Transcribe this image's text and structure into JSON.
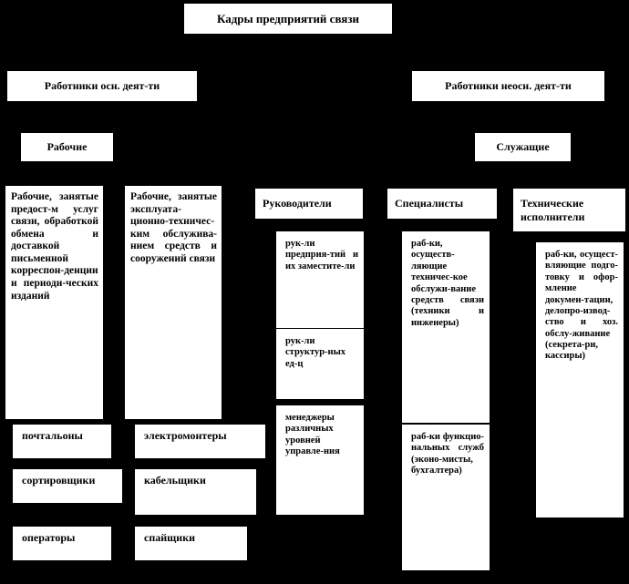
{
  "diagram": {
    "title_box": {
      "label": "Кадры предприятий связи"
    },
    "level2": [
      {
        "label": "Работники осн. деят-ти"
      },
      {
        "label": "Работники неосн. деят-ти"
      }
    ],
    "level3": [
      {
        "label": "Рабочие"
      },
      {
        "label": "Служащие"
      }
    ],
    "columns": [
      {
        "name": "workers-services",
        "text": "Рабочие, занятые предост-м услуг связи, обработкой обмена и доставкой письменной корреспон-денции и периоди-ческих изданий"
      },
      {
        "name": "workers-technical",
        "text": "Рабочие, занятые эксплуата-ционно-техничес-ким обслужива-нием средств и сооружений связи"
      },
      {
        "name": "managers",
        "header": "Руководители",
        "items": [
          {
            "text": "рук-ли предприя-тий и их заместите-ли"
          },
          {
            "text": "рук-ли структур-ных ед-ц"
          },
          {
            "text": "менеджеры различных уровней управле-ния"
          }
        ]
      },
      {
        "name": "specialists",
        "header": "Специалисты",
        "items": [
          {
            "text": "раб-ки, осуществ-ляющие техничес-кое обслужи-вание средств связи (техники и инженеры)"
          },
          {
            "text": "раб-ки функцио-нальных служб (эконо-мисты, бухгалтера)"
          }
        ]
      },
      {
        "name": "technical-performers",
        "header": "Технические исполнители",
        "items": [
          {
            "text": "раб-ки, осущест-вляющие подго-товку и офор-мление докумен-тации, делопро-извод-ство и хоз. обслу-живание (секрета-ри, кассиры)"
          }
        ]
      }
    ],
    "roles_left": [
      {
        "label": "почтальоны"
      },
      {
        "label": "сортировщики"
      },
      {
        "label": "операторы"
      }
    ],
    "roles_right": [
      {
        "label": "электромонтеры"
      },
      {
        "label": "кабельщики"
      },
      {
        "label": "спайщики"
      }
    ],
    "colors": {
      "background": "#000000",
      "box_fill": "#ffffff",
      "text": "#000000"
    }
  }
}
